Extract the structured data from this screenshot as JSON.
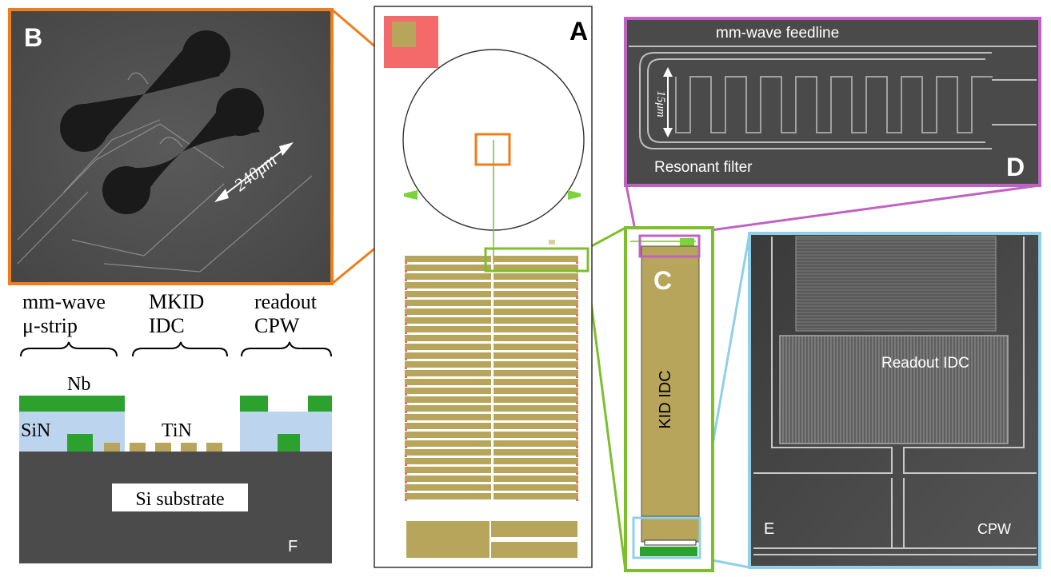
{
  "colors": {
    "orange": "#ef7d1a",
    "green": "#7cbf2a",
    "magenta": "#c062c2",
    "cyan": "#8fd0e8",
    "tin_gold": "#b7a55c",
    "nb_green": "#2ca12e",
    "sin_blue": "#bcd4ee",
    "substrate": "#4b4b4b"
  },
  "panels": {
    "B": {
      "letter": "B",
      "dimension": "240μm"
    },
    "A": {
      "letter": "A"
    },
    "C": {
      "letter": "C",
      "label": "KID IDC"
    },
    "D": {
      "letter": "D",
      "top_label": "mm-wave feedline",
      "bottom_label": "Resonant filter",
      "dimension": "15μm"
    },
    "E": {
      "letter": "E",
      "label": "Readout IDC",
      "cpw": "CPW"
    },
    "F": {
      "letter": "F",
      "headers": [
        {
          "line1": "mm-wave",
          "line2": "μ-strip"
        },
        {
          "line1": "MKID",
          "line2": "IDC"
        },
        {
          "line1": "readout",
          "line2": "CPW"
        }
      ],
      "nb": "Nb",
      "sin": "SiN",
      "tin": "TiN",
      "substrate": "Si substrate"
    }
  }
}
